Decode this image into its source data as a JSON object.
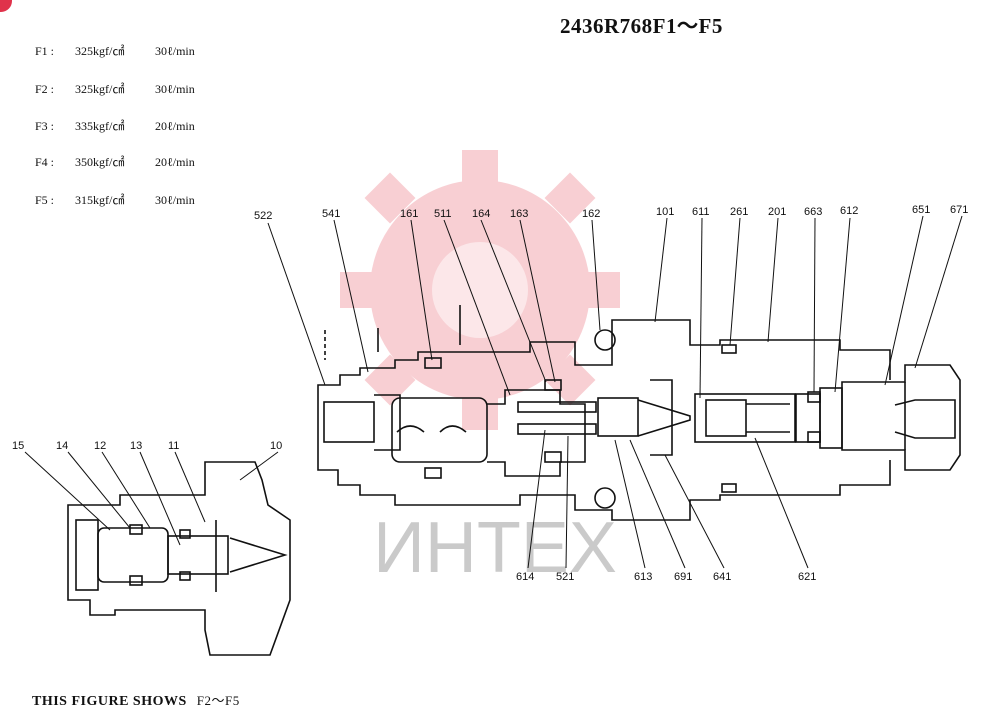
{
  "title": "2436R768F1～F5",
  "specs": [
    {
      "id": "F1 :",
      "pressure": "325kgf/㎠",
      "flow": "30ℓ/min"
    },
    {
      "id": "F2 :",
      "pressure": "325kgf/㎠",
      "flow": "30ℓ/min"
    },
    {
      "id": "F3 :",
      "pressure": "335kgf/㎠",
      "flow": "20ℓ/min"
    },
    {
      "id": "F4 :",
      "pressure": "350kgf/㎠",
      "flow": "20ℓ/min"
    },
    {
      "id": "F5 :",
      "pressure": "315kgf/㎠",
      "flow": "30ℓ/min"
    }
  ],
  "caption": {
    "text": "THIS FIGURE SHOWS",
    "value": "F2～F5"
  },
  "watermark": {
    "text": "ИНТЕХ",
    "color": "#e02a3a"
  },
  "main_labels": [
    "522",
    "541",
    "161",
    "511",
    "164",
    "163",
    "162",
    "101",
    "611",
    "261",
    "201",
    "663",
    "612",
    "651",
    "671",
    "614",
    "521",
    "613",
    "691",
    "641",
    "621"
  ],
  "small_labels": [
    "15",
    "14",
    "12",
    "13",
    "11",
    "10"
  ]
}
